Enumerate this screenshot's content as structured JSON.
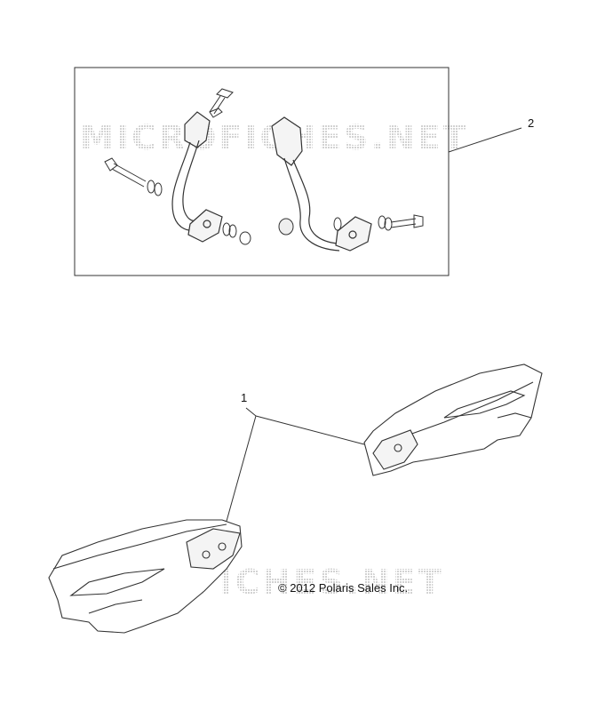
{
  "diagram": {
    "callouts": [
      {
        "id": "1",
        "label": "1"
      },
      {
        "id": "2",
        "label": "2"
      }
    ],
    "copyright": "© 2012 Polaris Sales Inc.",
    "watermark": "MICROFICHES.NET"
  },
  "colors": {
    "line": "#333333",
    "watermark": "#d4d4d4",
    "background": "#ffffff"
  }
}
